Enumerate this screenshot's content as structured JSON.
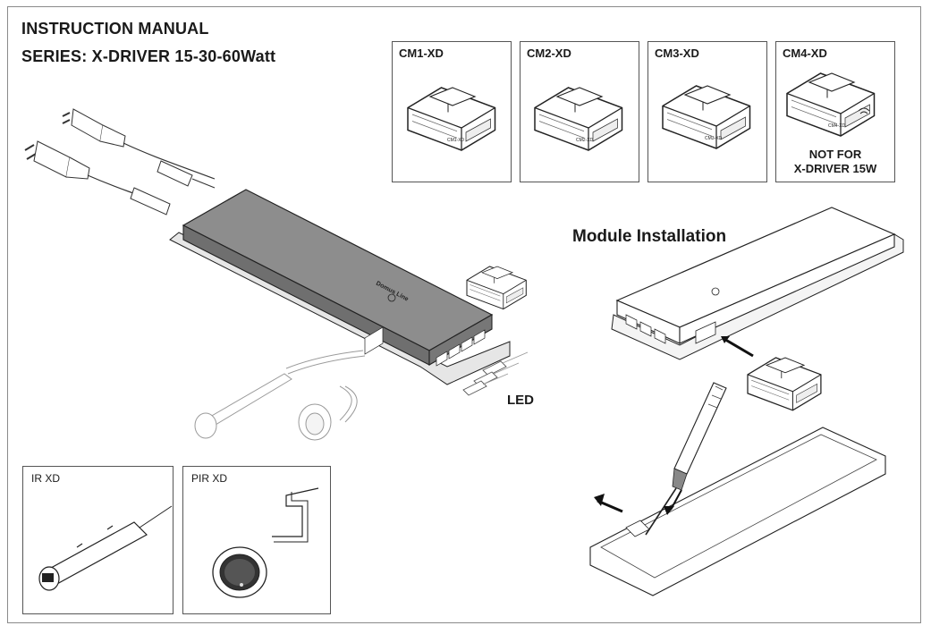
{
  "header": {
    "title": "INSTRUCTION MANUAL",
    "series": "SERIES: X-DRIVER 15-30-60Watt"
  },
  "modules": [
    {
      "label": "CM1-XD",
      "tag": "CM1-XD"
    },
    {
      "label": "CM2-XD",
      "tag": "CM2-XD"
    },
    {
      "label": "CM3-XD",
      "tag": "CM3-XD"
    },
    {
      "label": "CM4-XD",
      "tag": "CM4-XD",
      "note_line1": "NOT FOR",
      "note_line2": "X-DRIVER 15W"
    }
  ],
  "module_installation": {
    "title": "Module Installation"
  },
  "led": {
    "label": "LED"
  },
  "sensors": [
    {
      "label": "IR XD"
    },
    {
      "label": "PIR XD"
    }
  ],
  "brand": {
    "text": "Domus Line"
  }
}
